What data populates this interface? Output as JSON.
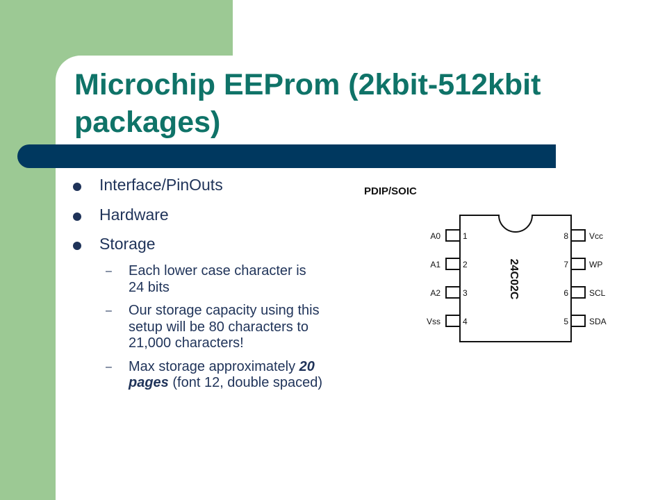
{
  "slide": {
    "title": "Microchip EEProm (2kbit-512kbit packages)",
    "colors": {
      "green": "#9cc994",
      "navy": "#00385f",
      "teal": "#0f7368",
      "text": "#1f3359"
    }
  },
  "bullets": {
    "b1": "Interface/PinOuts",
    "b2": "Hardware",
    "b3": "Storage"
  },
  "sub": {
    "s1": "Each lower case character is 24 bits",
    "s2": "Our storage capacity using this setup will be 80 characters to 21,000 characters!",
    "s3_part1": "Max storage approximately ",
    "s3_emphasis": "20 pages",
    "s3_part2": " (font 12, double spaced)",
    "dash": "–"
  },
  "diagram": {
    "package_label": "PDIP/SOIC",
    "chip_name": "24C02C",
    "left_pins": [
      {
        "name": "A0",
        "number": "1"
      },
      {
        "name": "A1",
        "number": "2"
      },
      {
        "name": "A2",
        "number": "3"
      },
      {
        "name": "Vss",
        "number": "4"
      }
    ],
    "right_pins": [
      {
        "name": "Vcc",
        "number": "8"
      },
      {
        "name": "WP",
        "number": "7"
      },
      {
        "name": "SCL",
        "number": "6"
      },
      {
        "name": "SDA",
        "number": "5"
      }
    ]
  }
}
